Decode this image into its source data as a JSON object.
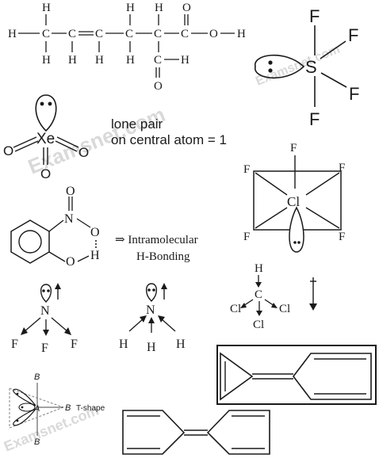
{
  "watermark": "Examsnet.com",
  "chain": {
    "h": "H",
    "c": "C",
    "o": "O",
    "oh": "O — H",
    "cdbl": "C ═ C"
  },
  "sf4": {
    "s": "S",
    "f": "F"
  },
  "xeo3": {
    "xe": "Xe",
    "o": "O",
    "caption_line1": "lone pair",
    "caption_line2": "on central atom = 1"
  },
  "clf5": {
    "cl": "Cl",
    "f": "F"
  },
  "nitrophenol": {
    "n": "N",
    "o": "O",
    "h": "H",
    "label_line1": "⇒ Intramolecular",
    "label_line2": "H-Bonding"
  },
  "nf3": {
    "n": "N",
    "f": "F"
  },
  "nh3": {
    "n": "N",
    "h": "H"
  },
  "chcl3": {
    "c": "C",
    "h": "H",
    "cl": "Cl"
  },
  "tshape": {
    "a": "A",
    "b": "B",
    "label": "T-shape"
  }
}
